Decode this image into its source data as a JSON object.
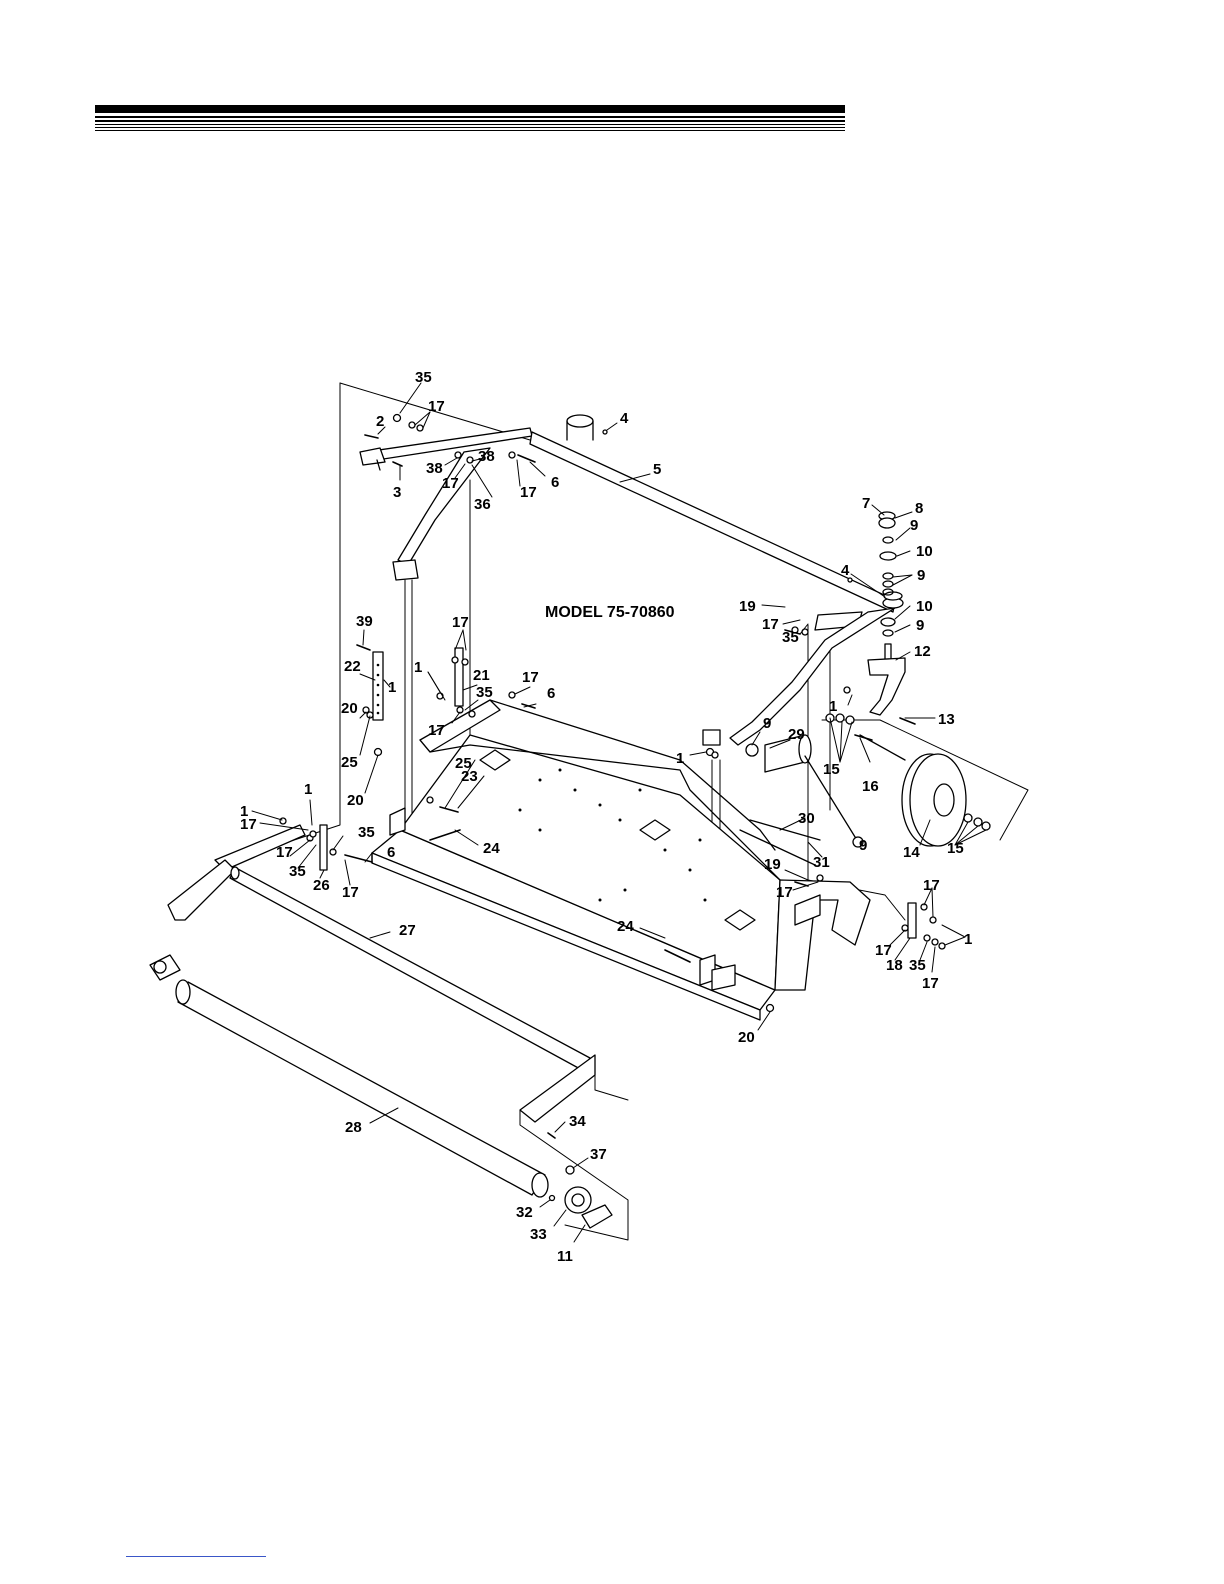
{
  "header": {
    "rule_color": "#000000"
  },
  "diagram": {
    "model_label": "MODEL 75-70860",
    "callouts": [
      {
        "id": "c35a",
        "text": "35"
      },
      {
        "id": "c17a",
        "text": "17"
      },
      {
        "id": "c2",
        "text": "2"
      },
      {
        "id": "c4a",
        "text": "4"
      },
      {
        "id": "c38a",
        "text": "38"
      },
      {
        "id": "c38b",
        "text": "38"
      },
      {
        "id": "c17b",
        "text": "17"
      },
      {
        "id": "c17c",
        "text": "17"
      },
      {
        "id": "c6a",
        "text": "6"
      },
      {
        "id": "c3",
        "text": "3"
      },
      {
        "id": "c36",
        "text": "36"
      },
      {
        "id": "c5",
        "text": "5"
      },
      {
        "id": "c7",
        "text": "7"
      },
      {
        "id": "c8",
        "text": "8"
      },
      {
        "id": "c9a",
        "text": "9"
      },
      {
        "id": "c10a",
        "text": "10"
      },
      {
        "id": "c4b",
        "text": "4"
      },
      {
        "id": "c9b",
        "text": "9"
      },
      {
        "id": "c10b",
        "text": "10"
      },
      {
        "id": "c9c",
        "text": "9"
      },
      {
        "id": "c19a",
        "text": "19"
      },
      {
        "id": "c17d",
        "text": "17"
      },
      {
        "id": "c35b",
        "text": "35"
      },
      {
        "id": "c12",
        "text": "12"
      },
      {
        "id": "c39",
        "text": "39"
      },
      {
        "id": "c17e",
        "text": "17"
      },
      {
        "id": "c22",
        "text": "22"
      },
      {
        "id": "c1a",
        "text": "1"
      },
      {
        "id": "c1b",
        "text": "1"
      },
      {
        "id": "c21",
        "text": "21"
      },
      {
        "id": "c17f",
        "text": "17"
      },
      {
        "id": "c35c",
        "text": "35"
      },
      {
        "id": "c6b",
        "text": "6"
      },
      {
        "id": "c17g",
        "text": "17"
      },
      {
        "id": "c1c",
        "text": "1"
      },
      {
        "id": "c13",
        "text": "13"
      },
      {
        "id": "c20a",
        "text": "20"
      },
      {
        "id": "c25a",
        "text": "25"
      },
      {
        "id": "c25b",
        "text": "25"
      },
      {
        "id": "c23",
        "text": "23"
      },
      {
        "id": "c9d",
        "text": "9"
      },
      {
        "id": "c29",
        "text": "29"
      },
      {
        "id": "c1d",
        "text": "1"
      },
      {
        "id": "c15a",
        "text": "15"
      },
      {
        "id": "c16",
        "text": "16"
      },
      {
        "id": "c20b",
        "text": "20"
      },
      {
        "id": "c1e",
        "text": "1"
      },
      {
        "id": "c1f",
        "text": "1"
      },
      {
        "id": "c17h",
        "text": "17"
      },
      {
        "id": "c35d",
        "text": "35"
      },
      {
        "id": "c17i",
        "text": "17"
      },
      {
        "id": "c6c",
        "text": "6"
      },
      {
        "id": "c35e",
        "text": "35"
      },
      {
        "id": "c26",
        "text": "26"
      },
      {
        "id": "c17j",
        "text": "17"
      },
      {
        "id": "c24a",
        "text": "24"
      },
      {
        "id": "c30",
        "text": "30"
      },
      {
        "id": "c9e",
        "text": "9"
      },
      {
        "id": "c31",
        "text": "31"
      },
      {
        "id": "c14",
        "text": "14"
      },
      {
        "id": "c15b",
        "text": "15"
      },
      {
        "id": "c19b",
        "text": "19"
      },
      {
        "id": "c17k",
        "text": "17"
      },
      {
        "id": "c17l",
        "text": "17"
      },
      {
        "id": "c1g",
        "text": "1"
      },
      {
        "id": "c17m",
        "text": "17"
      },
      {
        "id": "c18",
        "text": "18"
      },
      {
        "id": "c35f",
        "text": "35"
      },
      {
        "id": "c17n",
        "text": "17"
      },
      {
        "id": "c27",
        "text": "27"
      },
      {
        "id": "c24b",
        "text": "24"
      },
      {
        "id": "c20c",
        "text": "20"
      },
      {
        "id": "c28",
        "text": "28"
      },
      {
        "id": "c34",
        "text": "34"
      },
      {
        "id": "c37",
        "text": "37"
      },
      {
        "id": "c32",
        "text": "32"
      },
      {
        "id": "c33",
        "text": "33"
      },
      {
        "id": "c11",
        "text": "11"
      }
    ]
  }
}
